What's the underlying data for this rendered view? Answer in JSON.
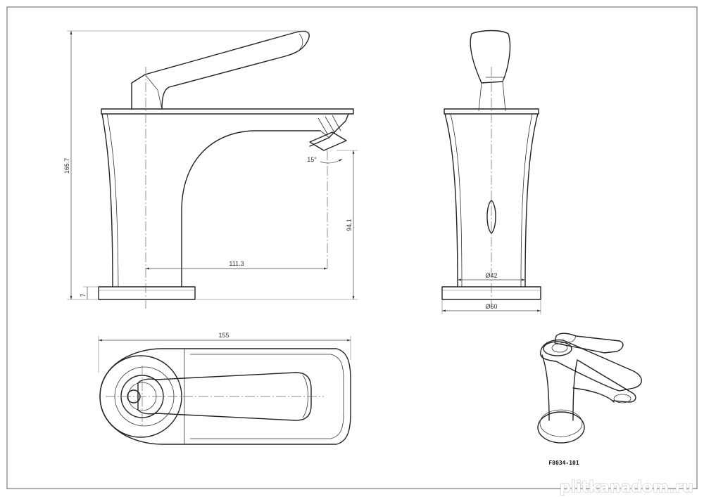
{
  "drawing": {
    "model_label": "F8034-101",
    "watermark": "plitkanadom.ru",
    "dimensions": {
      "overall_height": "165.7",
      "base_height": "7",
      "spout_height": "94.1",
      "reach": "111.3",
      "spout_angle": "15°",
      "body_diameter": "Ø42",
      "base_diameter": "Ø60",
      "top_length": "155"
    }
  }
}
